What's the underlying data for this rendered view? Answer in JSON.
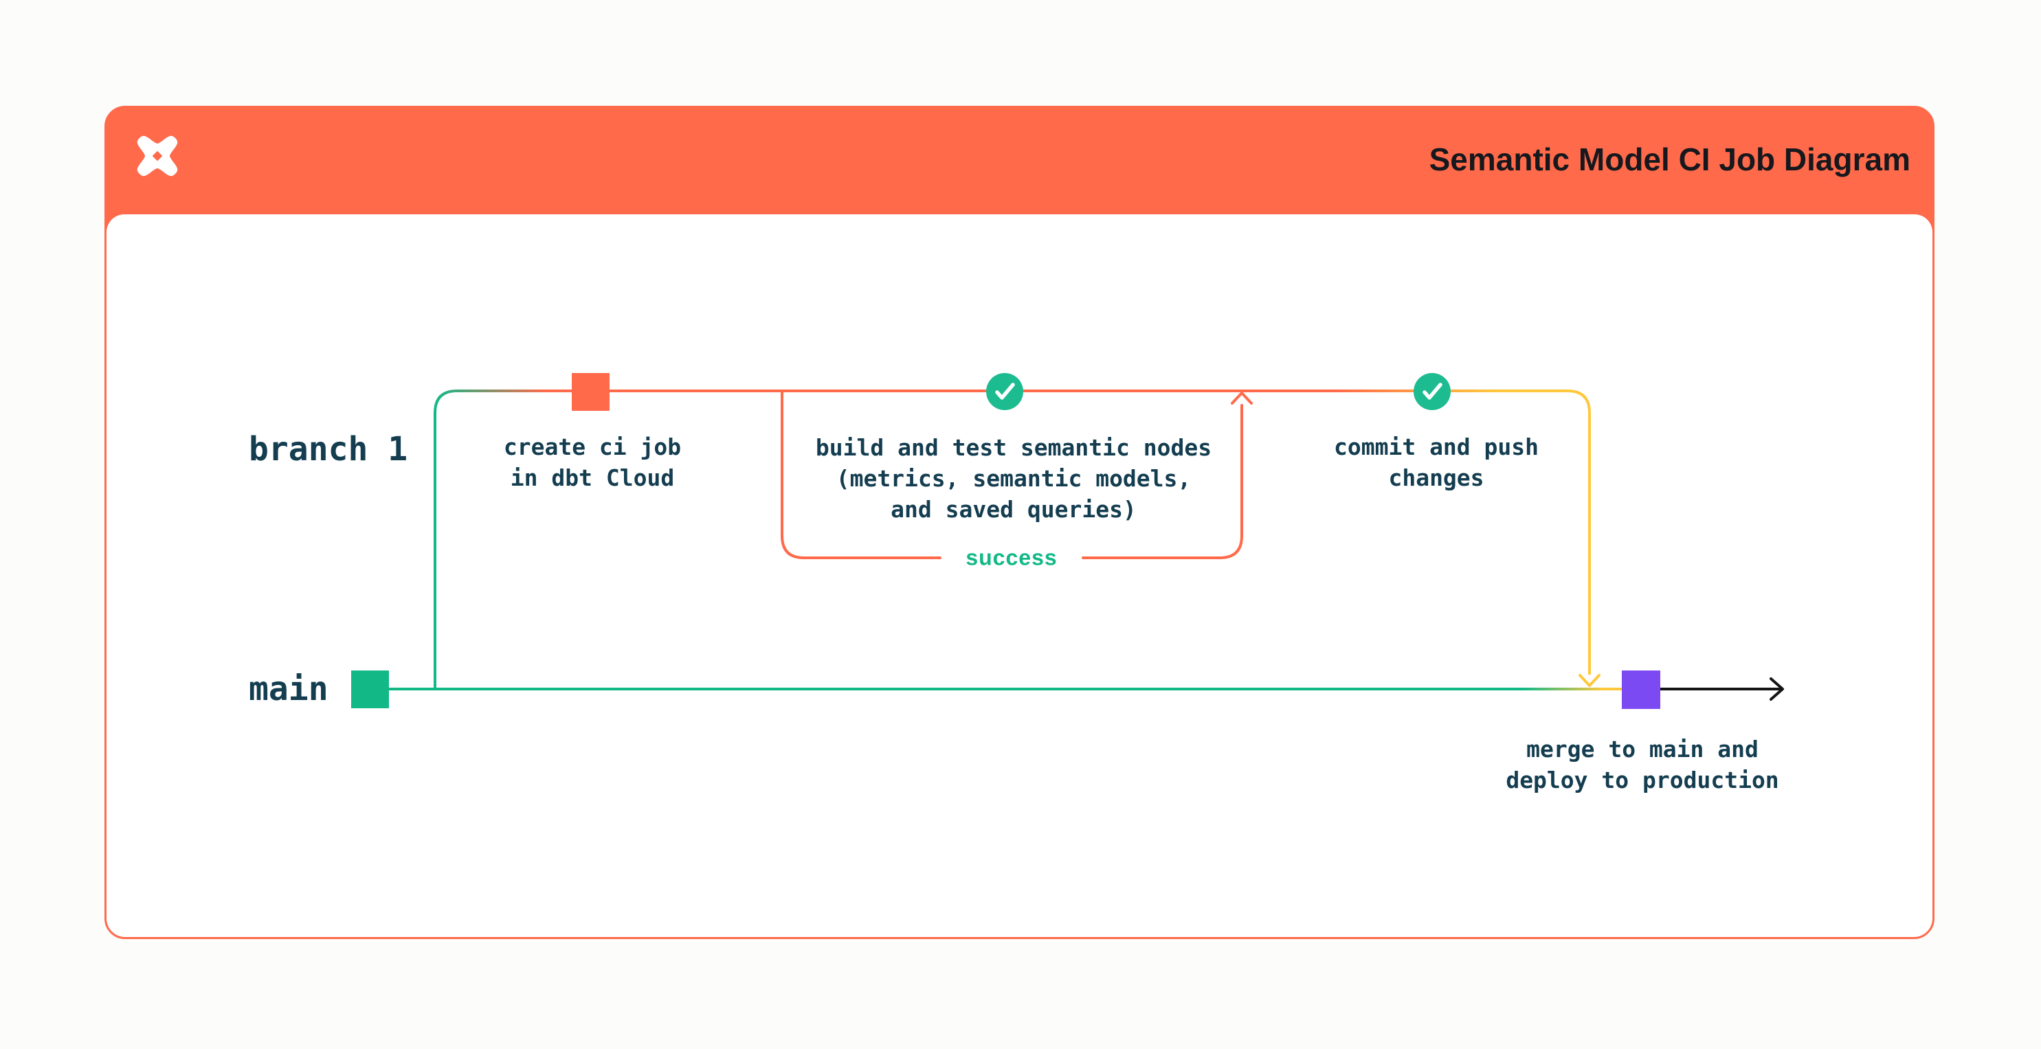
{
  "page": {
    "background": "#FCFCFB"
  },
  "header": {
    "title": "Semantic Model CI Job Diagram",
    "logo_icon": "dbt-logo-icon",
    "background": "#FF6A4B",
    "title_color": "#16181D"
  },
  "diagram": {
    "branch_label": "branch 1",
    "main_label": "main",
    "success_label": "success",
    "nodes": {
      "create_ci": {
        "line1": "create ci job",
        "line2": "in dbt Cloud",
        "marker": "coral-square-commit"
      },
      "build_test": {
        "line1": "build and test semantic nodes",
        "line2": "(metrics, semantic models,",
        "line3": "and saved queries)",
        "marker": "check-circle"
      },
      "commit_push": {
        "line1": "commit and push",
        "line2": "changes",
        "marker": "check-circle"
      },
      "merge_deploy": {
        "line1": "merge to main and",
        "line2": "deploy to production",
        "marker": "purple-square-commit"
      }
    },
    "colors": {
      "teal_green": "#12B886",
      "coral": "#FF6A4B",
      "yellow": "#FFC83C",
      "purple": "#7C4AF2",
      "check_green": "#1CBC90",
      "text": "#143D50",
      "arrow_black": "#141414"
    }
  }
}
